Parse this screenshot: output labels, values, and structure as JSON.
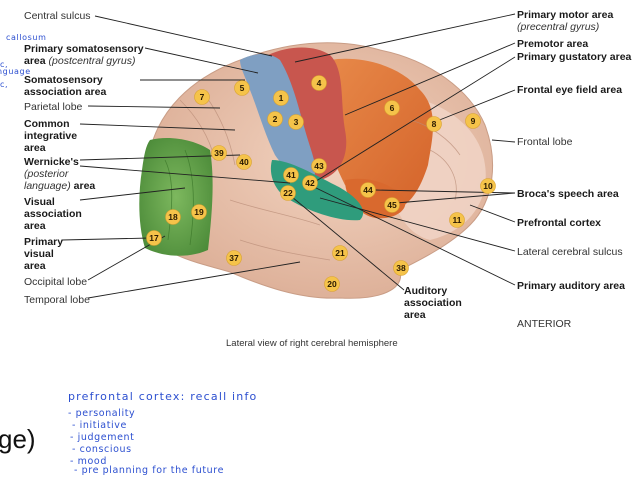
{
  "figure": {
    "caption": "Lateral view of right cerebral hemisphere",
    "orientation_label": "ANTERIOR"
  },
  "left_labels": [
    {
      "id": "central-sulcus",
      "lines": [
        "Central sulcus"
      ],
      "style": "plain"
    },
    {
      "id": "primary-somatosensory",
      "lines": [
        "Primary somatosensory",
        "area"
      ],
      "italic": "(postcentral gyrus)",
      "style": "bold"
    },
    {
      "id": "somatosensory-association",
      "lines": [
        "Somatosensory",
        "association area"
      ],
      "style": "bold"
    },
    {
      "id": "parietal-lobe",
      "lines": [
        "Parietal lobe"
      ],
      "style": "plain"
    },
    {
      "id": "common-integrative",
      "lines": [
        "Common",
        "integrative",
        "area"
      ],
      "style": "bold"
    },
    {
      "id": "wernickes",
      "lines": [
        "Wernicke's"
      ],
      "italic_lines": [
        "(posterior",
        "language)"
      ],
      "suffix": "area",
      "style": "bold"
    },
    {
      "id": "visual-association",
      "lines": [
        "Visual",
        "association",
        "area"
      ],
      "style": "bold"
    },
    {
      "id": "primary-visual",
      "lines": [
        "Primary",
        "visual",
        "area"
      ],
      "style": "bold"
    },
    {
      "id": "occipital-lobe",
      "lines": [
        "Occipital lobe"
      ],
      "style": "plain"
    },
    {
      "id": "temporal-lobe",
      "lines": [
        "Temporal lobe"
      ],
      "style": "plain"
    }
  ],
  "right_labels": [
    {
      "id": "primary-motor",
      "lines": [
        "Primary motor area"
      ],
      "italic": "(precentral gyrus)",
      "style": "bold"
    },
    {
      "id": "premotor",
      "lines": [
        "Premotor area"
      ],
      "style": "bold"
    },
    {
      "id": "primary-gustatory",
      "lines": [
        "Primary gustatory area"
      ],
      "style": "bold"
    },
    {
      "id": "frontal-eye-field",
      "lines": [
        "Frontal eye field area"
      ],
      "style": "bold"
    },
    {
      "id": "frontal-lobe",
      "lines": [
        "Frontal lobe"
      ],
      "style": "plain"
    },
    {
      "id": "brocas",
      "lines": [
        "Broca's speech area"
      ],
      "style": "bold"
    },
    {
      "id": "prefrontal-cortex",
      "lines": [
        "Prefrontal cortex"
      ],
      "style": "bold"
    },
    {
      "id": "lateral-cerebral-sulcus",
      "lines": [
        "Lateral cerebral sulcus"
      ],
      "style": "plain"
    },
    {
      "id": "primary-auditory",
      "lines": [
        "Primary auditory area"
      ],
      "style": "bold"
    }
  ],
  "bottom_labels": [
    {
      "id": "auditory-association",
      "lines": [
        "Auditory",
        "association",
        "area"
      ],
      "style": "bold"
    }
  ],
  "brodmann_areas": [
    "1",
    "2",
    "3",
    "4",
    "5",
    "6",
    "7",
    "8",
    "9",
    "10",
    "11",
    "17",
    "18",
    "19",
    "20",
    "21",
    "22",
    "37",
    "38",
    "39",
    "40",
    "41",
    "42",
    "43",
    "44",
    "45"
  ],
  "region_colors": {
    "somatosensory": "#7f9fc2",
    "motor": "#c9574f",
    "premotor": "#e07a3a",
    "visual": "#5f9e48",
    "auditory": "#2f9c7c",
    "cortex": "#ecc3ad",
    "badge": "#f5c34a"
  },
  "handwritten_notes": {
    "edge_fragments": [
      "callosum",
      "nguage",
      "c,",
      "c,"
    ],
    "title": "prefrontal cortex:  recall info",
    "items": [
      "- personality",
      "- initiative",
      "- judgement",
      "- conscious",
      "- mood",
      "- pre planning for  the future"
    ]
  },
  "slide_fragment": "ge)"
}
